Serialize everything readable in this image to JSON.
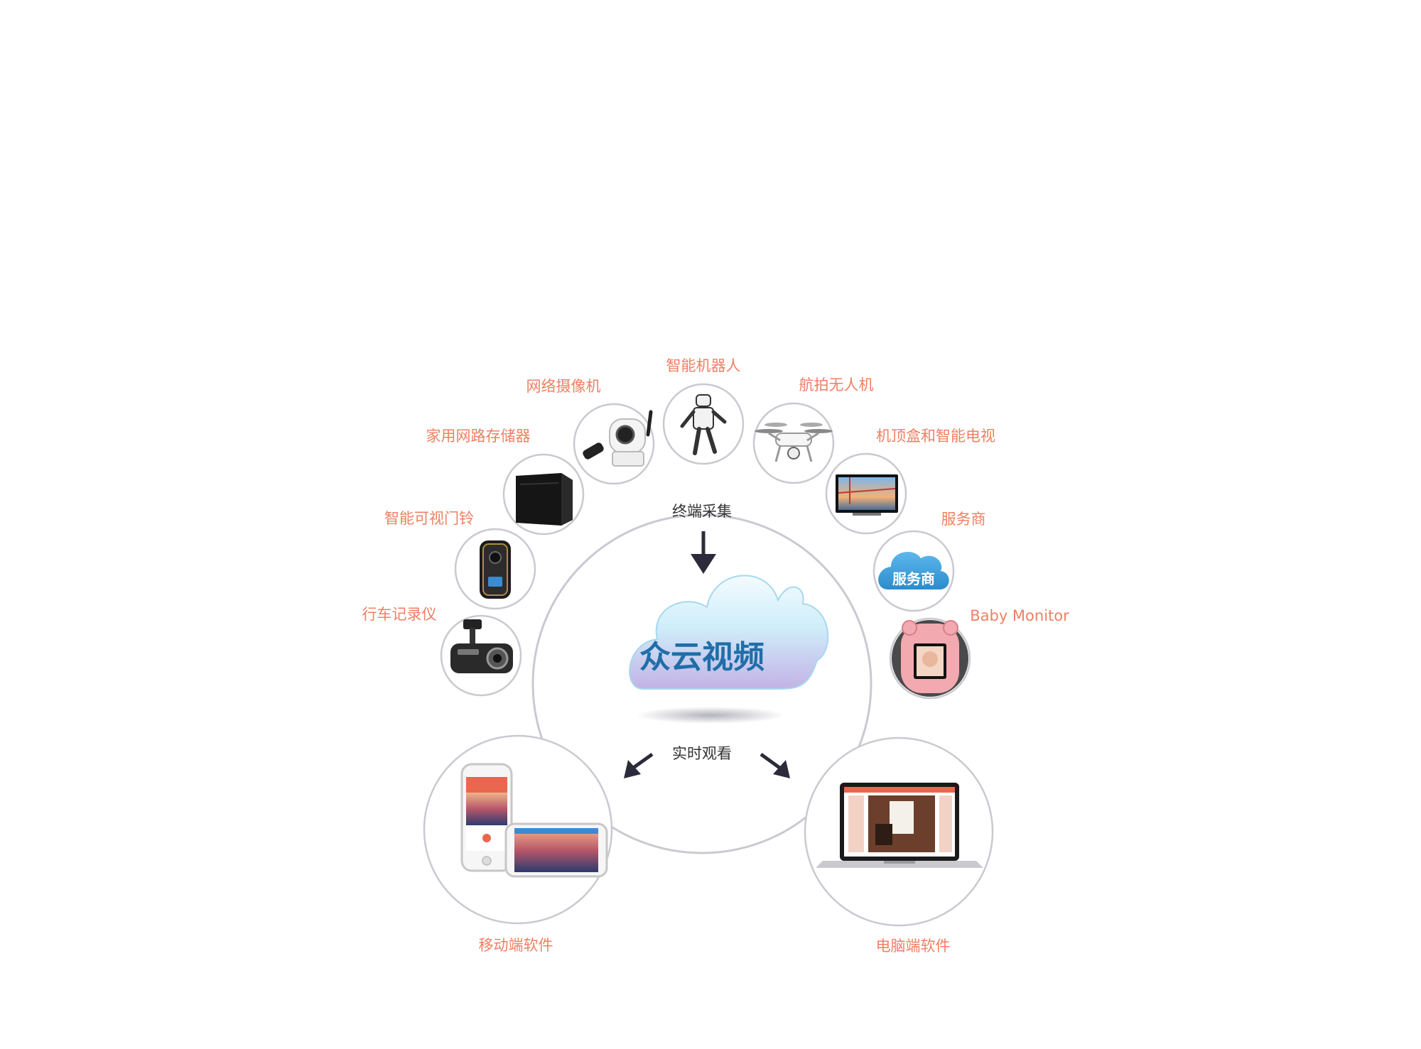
{
  "center": {
    "brand": "众云视频",
    "top_caption": "终端采集",
    "bottom_caption": "实时观看"
  },
  "devices": [
    {
      "label": "行车记录仪",
      "icon": "dashcam-icon"
    },
    {
      "label": "智能可视门铃",
      "icon": "video-doorbell-icon"
    },
    {
      "label": "家用网路存储器",
      "icon": "nas-storage-icon"
    },
    {
      "label": "网络摄像机",
      "icon": "ip-camera-icon"
    },
    {
      "label": "智能机器人",
      "icon": "robot-icon"
    },
    {
      "label": "航拍无人机",
      "icon": "drone-icon"
    },
    {
      "label": "机顶盒和智能电视",
      "icon": "smart-tv-icon"
    },
    {
      "label": "服务商",
      "icon": "service-cloud-icon",
      "badge": "服务商"
    },
    {
      "label": "Baby Monitor",
      "icon": "baby-monitor-icon"
    }
  ],
  "clients": [
    {
      "label": "移动端软件",
      "icon": "mobile-devices-icon"
    },
    {
      "label": "电脑端软件",
      "icon": "laptop-icon"
    }
  ],
  "colors": {
    "label": "#ef7f63",
    "caption": "#333333",
    "ring": "#c9c9d1",
    "brand_text": "#1f6ea8",
    "cloud_top": "#e6f6fd",
    "cloud_bottom": "#c8b4e8",
    "arrow": "#2b2b3b",
    "badge_cloud": "#3aa0dd"
  }
}
